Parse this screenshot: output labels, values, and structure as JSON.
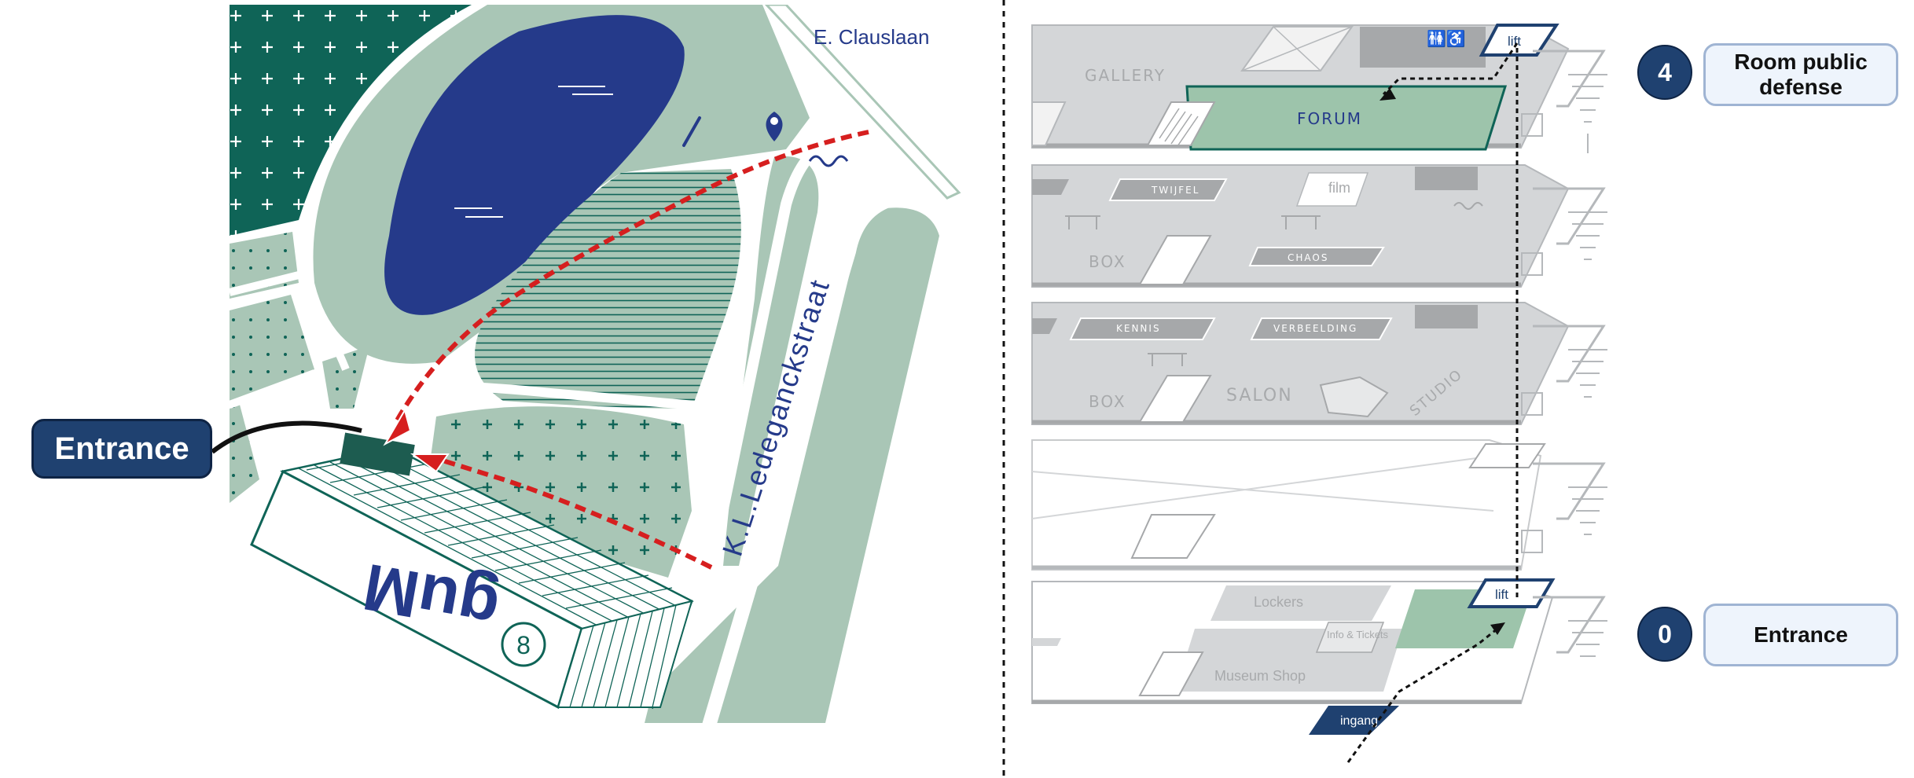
{
  "map": {
    "street_top": "E. Clauslaan",
    "street_side": "K.L.Ledeganckstraat",
    "building_logo": "guM",
    "building_number": "8"
  },
  "callouts": {
    "entrance_left": "Entrance"
  },
  "floor_plan": {
    "labels": {
      "gallery": "GALLERY",
      "forum": "FORUM",
      "twijfel": "TWIJFEL",
      "film": "film",
      "box1": "BOX",
      "chaos": "CHAOS",
      "kennis": "KENNIS",
      "verbeelding": "VERBEELDING",
      "box2": "BOX",
      "salon": "SALON",
      "studio": "STUDIO",
      "lockers": "Lockers",
      "info_tickets": "Info & Tickets",
      "museum_shop": "Museum Shop",
      "ingang": "ingang",
      "lift_top": "lift",
      "lift_bottom": "lift"
    }
  },
  "legend": {
    "floors": [
      {
        "number": "4",
        "label": "Room public defense"
      },
      {
        "number": "0",
        "label": "Entrance"
      }
    ]
  },
  "colors": {
    "dark_green": "#0f6457",
    "light_green": "#a9c6b6",
    "lake_blue": "#253a8a",
    "route_red": "#d61f1f",
    "callout_navy": "#1f4170",
    "floor_gray": "#d4d6d8",
    "highlight_green": "#9dc4ab"
  }
}
